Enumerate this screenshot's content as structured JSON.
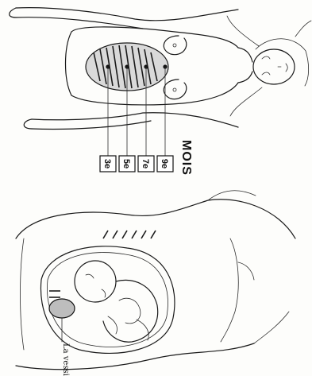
{
  "mois_title": "MOIS",
  "months": [
    {
      "id": "m9",
      "label": "9e"
    },
    {
      "id": "m7",
      "label": "7e"
    },
    {
      "id": "m5",
      "label": "5e"
    },
    {
      "id": "m3",
      "label": "3e"
    }
  ],
  "bladder_label": "La vessie",
  "colors": {
    "ink": "#1a1a1a",
    "paper": "#fdfdfb"
  }
}
